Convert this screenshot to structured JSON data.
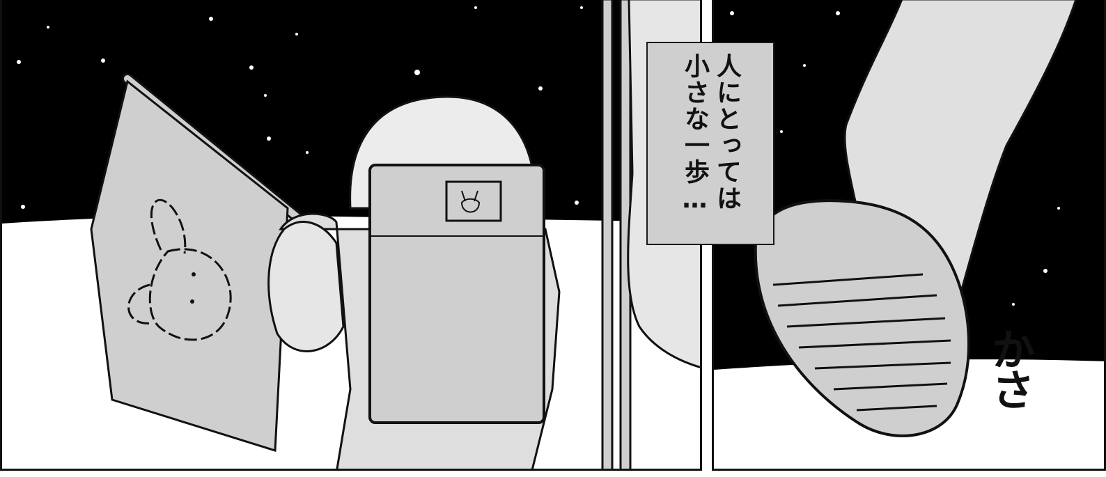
{
  "panels": [
    {
      "name": "flag-panel",
      "caption_lines": [
        "人にとっては",
        "小さな一歩…"
      ]
    },
    {
      "name": "boot-panel",
      "sound_effect": "かさ"
    }
  ],
  "colors": {
    "space": "#000000",
    "ground": "#ffffff",
    "suit": "#cfcfcf",
    "ink": "#111111"
  },
  "icons": [
    "rabbit-face-icon"
  ]
}
